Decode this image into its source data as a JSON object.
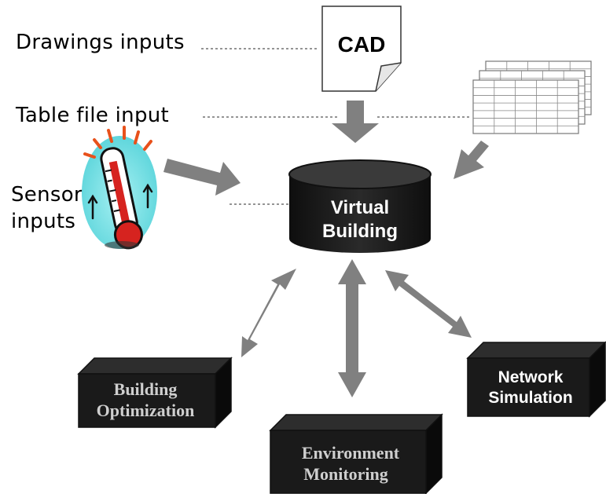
{
  "inputs": {
    "drawings_label": "Drawings inputs",
    "table_label": "Table file input",
    "sensors_label_line1": "Sensors",
    "sensors_label_line2": "inputs"
  },
  "cad_doc": {
    "label": "CAD",
    "icon": "document-icon"
  },
  "spreadsheet": {
    "icon": "spreadsheet-stack-icon"
  },
  "thermometer": {
    "icon": "thermometer-icon"
  },
  "core": {
    "line1": "Virtual",
    "line2": "Building"
  },
  "modules": {
    "optimization": {
      "line1": "Building",
      "line2": "Optimization"
    },
    "monitoring": {
      "line1": "Environment",
      "line2": "Monitoring"
    },
    "network": {
      "line1": "Network",
      "line2": "Simulation"
    }
  },
  "colors": {
    "box_fill": "#1a1a1a",
    "box_top": "#2d2d2d",
    "arrow_fill": "#808080",
    "serif_text": "#cfcfcf",
    "sans_text": "#ffffff",
    "thermo_bg": "#7fe3e8",
    "thermo_red": "#d6231f"
  }
}
